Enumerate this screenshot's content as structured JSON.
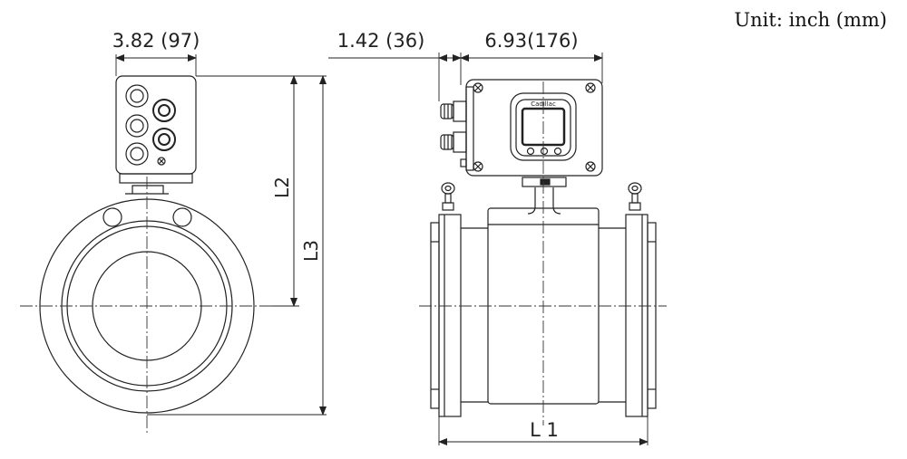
{
  "unit_label": "Unit: inch (mm)",
  "dimensions": {
    "head_width": "3.82 (97)",
    "gland_offset": "1.42 (36)",
    "head_length": "6.93(176)",
    "L1": "L 1",
    "L2": "L2",
    "L3": "L3"
  },
  "converter_brand": "Cadillac",
  "colors": {
    "line": "#222222",
    "centerline": "#333333"
  }
}
